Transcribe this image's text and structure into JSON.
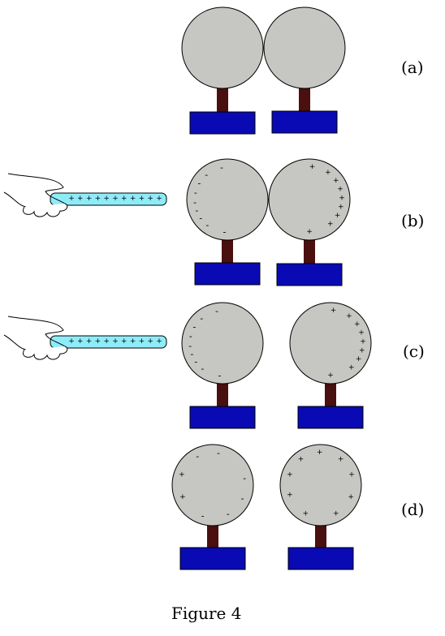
{
  "figure": {
    "caption": "Figure 4",
    "colors": {
      "sphere_fill": "#c6c7c2",
      "stand": "#4a0f0f",
      "base": "#0a0ab4",
      "rod": "#8eecf8",
      "outline": "#000000"
    },
    "panels": [
      {
        "id": "a",
        "label": "(a)",
        "rod": false,
        "left_sphere_charges": "",
        "right_sphere_charges": ""
      },
      {
        "id": "b",
        "label": "(b)",
        "rod": true,
        "rod_charge": "+",
        "left_sphere_charges": "-",
        "right_sphere_charges": "+"
      },
      {
        "id": "c",
        "label": "(c)",
        "rod": true,
        "rod_charge": "+",
        "left_sphere_charges": "-",
        "right_sphere_charges": "+"
      },
      {
        "id": "d",
        "label": "(d)",
        "rod": false,
        "left_sphere_charges": "mixed",
        "right_sphere_charges": "+"
      }
    ]
  }
}
